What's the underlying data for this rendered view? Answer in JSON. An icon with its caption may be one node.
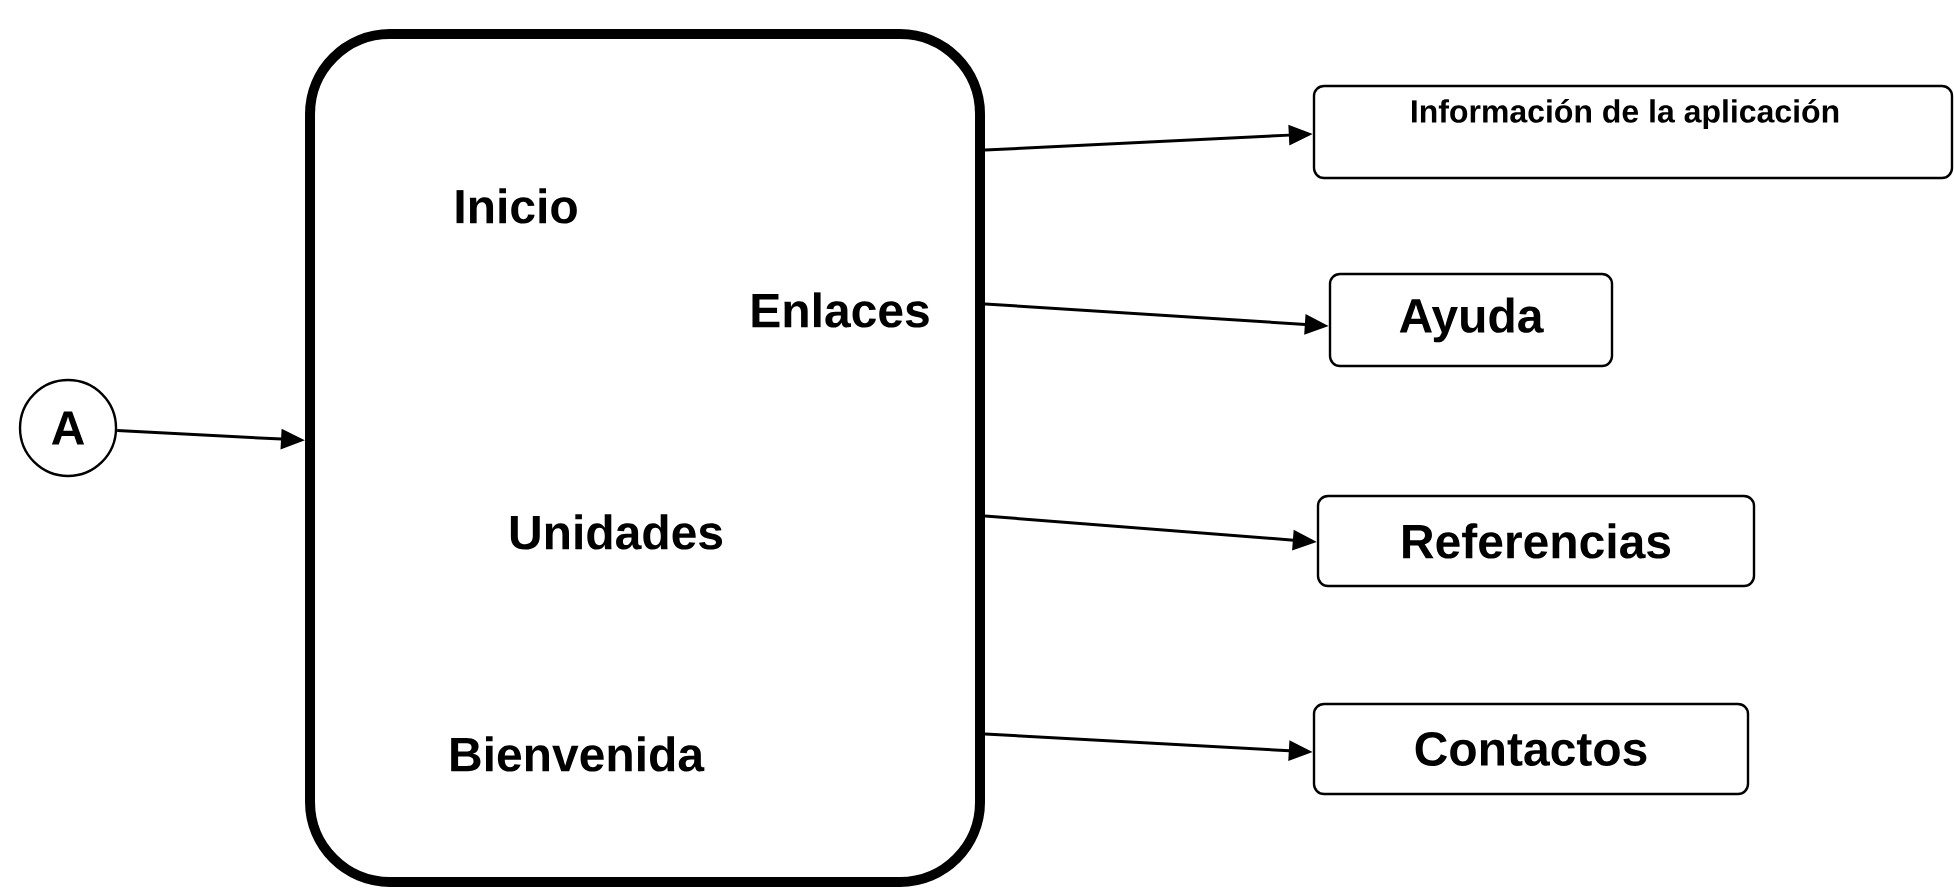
{
  "diagram": {
    "nodes": [
      {
        "text": [
          "Inicio",
          "Enlaces",
          "Unidades",
          "Bienvenida"
        ]
      },
      {
        "text": [
          "A"
        ]
      },
      {
        "text": [
          "Información de la aplicación"
        ]
      },
      {
        "text": [
          "Ayuda"
        ]
      },
      {
        "text": [
          "Referencias"
        ]
      },
      {
        "text": [
          "Contactos"
        ]
      }
    ],
    "edges": [
      {
        "from": 1,
        "to": 0,
        "arrow": "to"
      },
      {
        "from": 0,
        "to": 2,
        "arrow": "to"
      },
      {
        "from": 0,
        "to": 3,
        "arrow": "to"
      },
      {
        "from": 0,
        "to": 4,
        "arrow": "to"
      },
      {
        "from": 0,
        "to": 5,
        "arrow": "to"
      }
    ]
  }
}
